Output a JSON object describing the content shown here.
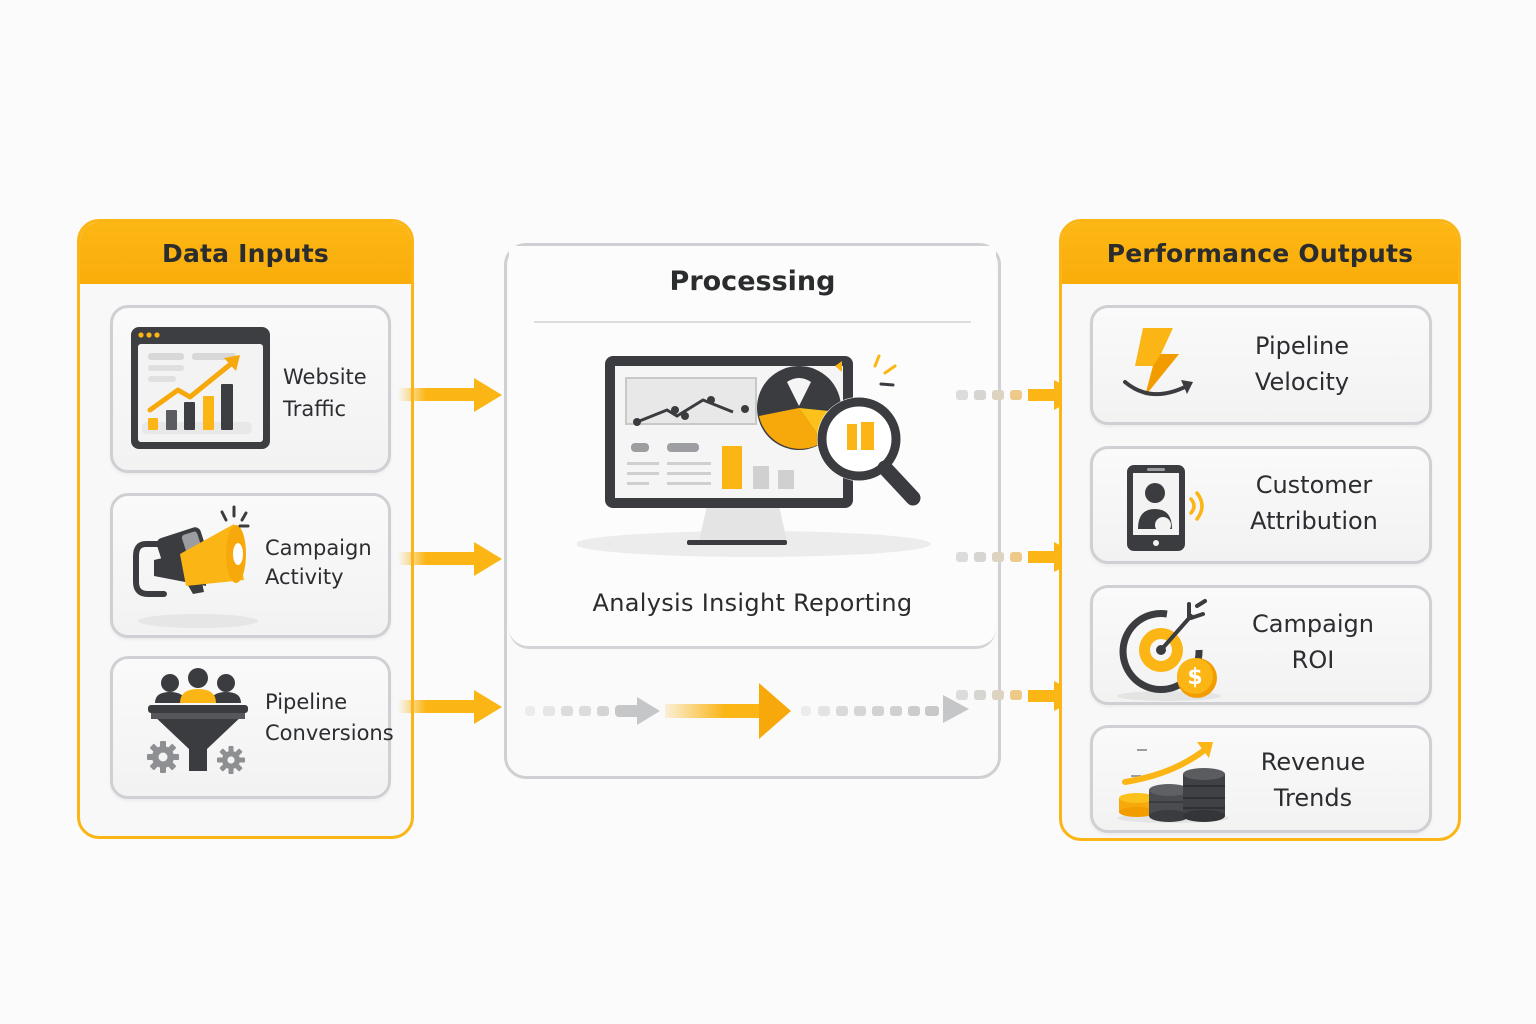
{
  "colors": {
    "accent": "#fbb515",
    "accent_dark": "#f39c00",
    "dark": "#3a3c3f",
    "gray": "#c5c6c8",
    "card_border": "#cfd0d3"
  },
  "inputs": {
    "title": "Data Inputs",
    "items": [
      {
        "label_line1": "Website",
        "label_line2": "Traffic",
        "icon": "website-traffic-icon"
      },
      {
        "label_line1": "Campaign",
        "label_line2": "Activity",
        "icon": "megaphone-icon"
      },
      {
        "label_line1": "Pipeline",
        "label_line2": "Conversions",
        "icon": "funnel-icon"
      }
    ]
  },
  "processing": {
    "title": "Processing",
    "caption": "Analysis Insight Reporting",
    "icon": "analytics-monitor-icon"
  },
  "outputs": {
    "title": "Performance Outputs",
    "items": [
      {
        "label_line1": "Pipeline",
        "label_line2": "Velocity",
        "icon": "lightning-icon"
      },
      {
        "label_line1": "Customer",
        "label_line2": "Attribution",
        "icon": "phone-user-icon"
      },
      {
        "label_line1": "Campaign",
        "label_line2": "ROI",
        "icon": "target-dollar-icon"
      },
      {
        "label_line1": "Revenue",
        "label_line2": "Trends",
        "icon": "coins-trend-icon"
      }
    ]
  }
}
